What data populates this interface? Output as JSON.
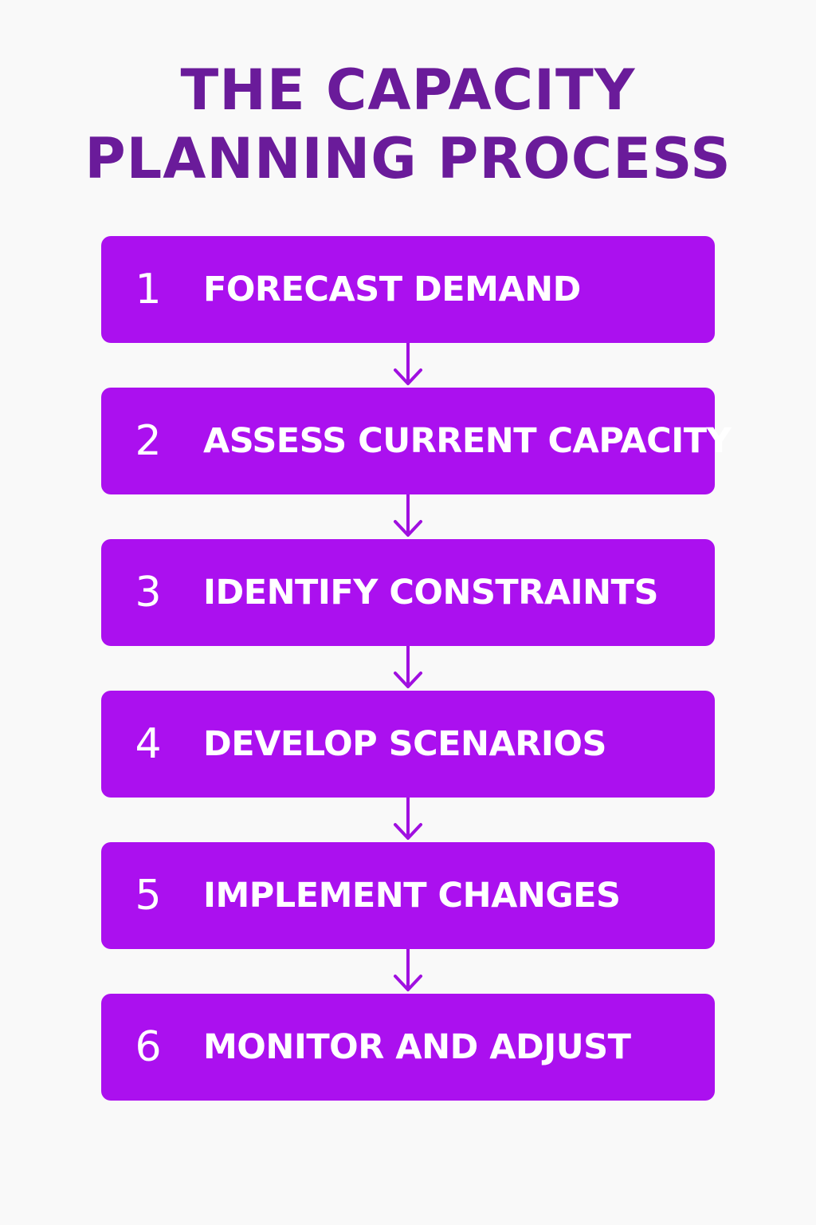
{
  "title": {
    "line1": "THE CAPACITY",
    "line2": "PLANNING PROCESS"
  },
  "colors": {
    "title": "#6a1b9a",
    "step_fill": "#ab10ef",
    "step_text": "#ffffff",
    "arrow": "#a010e0",
    "background": "#f9f9f9"
  },
  "steps": [
    {
      "number": "1",
      "label": "FORECAST DEMAND"
    },
    {
      "number": "2",
      "label": "ASSESS CURRENT CAPACITY"
    },
    {
      "number": "3",
      "label": "IDENTIFY CONSTRAINTS"
    },
    {
      "number": "4",
      "label": "DEVELOP SCENARIOS"
    },
    {
      "number": "5",
      "label": "IMPLEMENT CHANGES"
    },
    {
      "number": "6",
      "label": "MONITOR AND ADJUST"
    }
  ],
  "connector_icon": "arrow-down-icon"
}
